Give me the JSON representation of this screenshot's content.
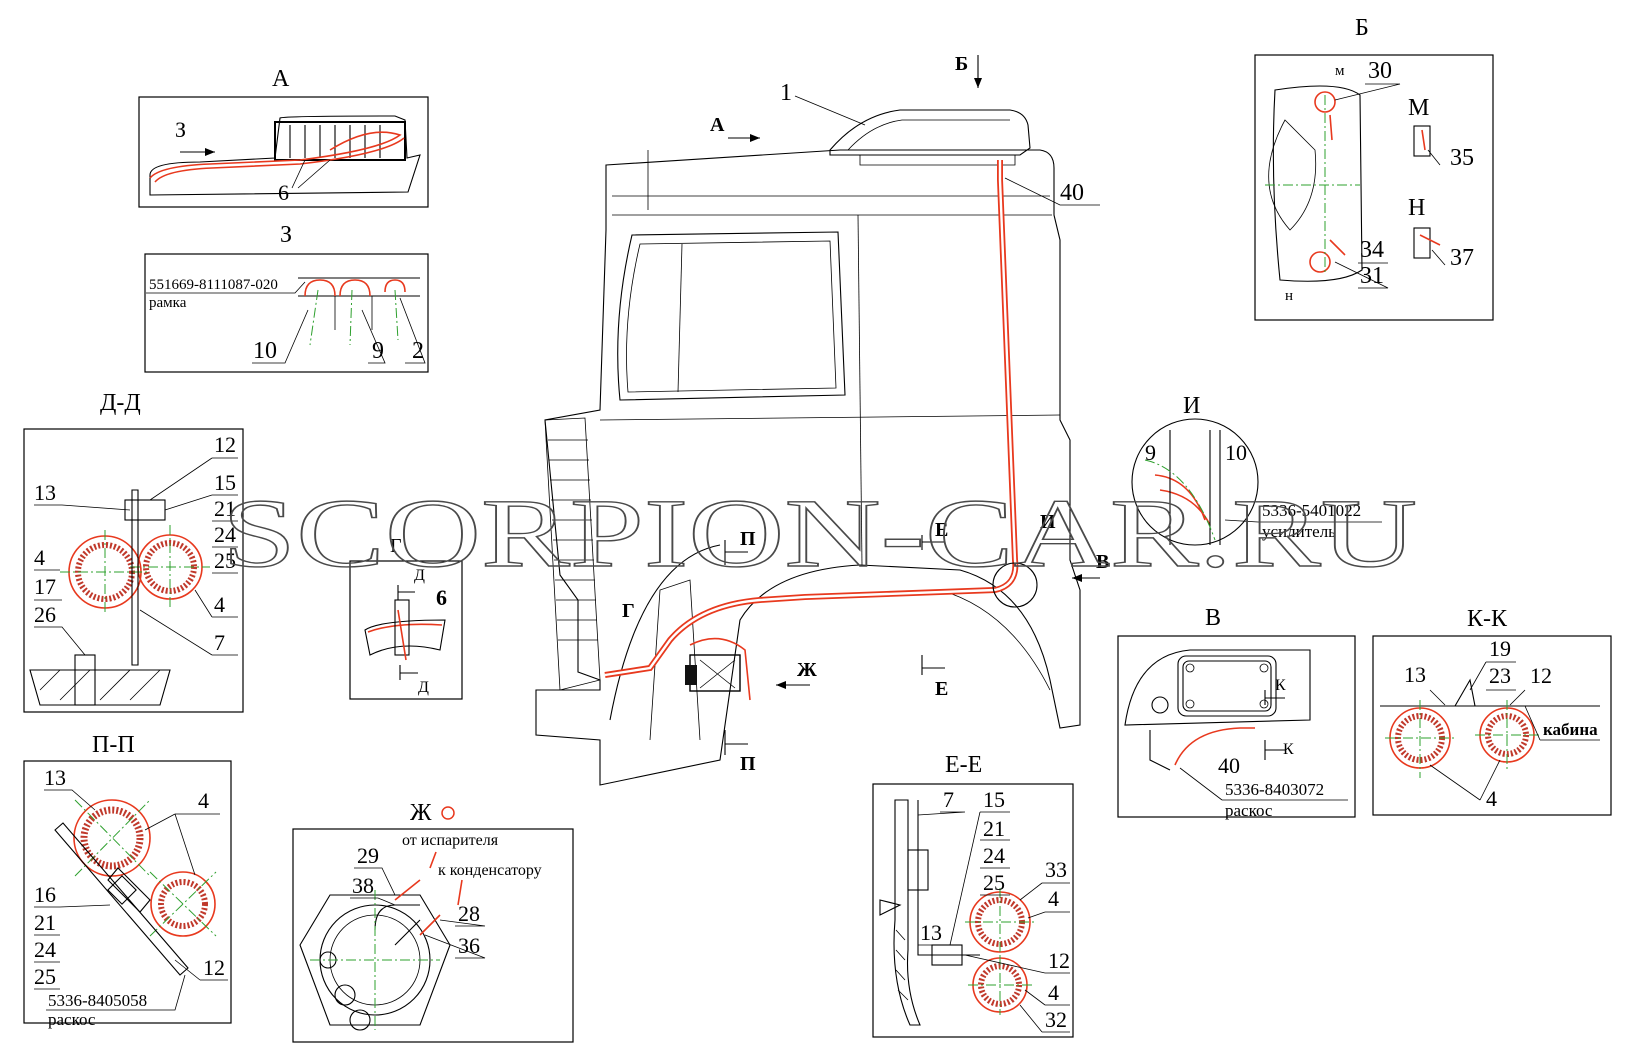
{
  "watermark": "SCORPION-CAR.RU",
  "colors": {
    "harness": "#e8391e",
    "axis": "#2ea02e",
    "line": "#000000"
  },
  "main": {
    "labels": {
      "A": "А",
      "B": "Б",
      "V": "В",
      "G": "Г",
      "Zh": "Ж",
      "E1": "Е",
      "E2": "Е",
      "P1": "П",
      "P2": "П",
      "I": "И"
    },
    "callouts": {
      "c1": "1",
      "c40": "40"
    }
  },
  "view_A": {
    "title": "А",
    "arrow_label": "З",
    "callout": "6"
  },
  "view_Z": {
    "title": "З",
    "part_number": "551669-8111087-020",
    "part_name": "рамка",
    "c10": "10",
    "c9": "9",
    "c2": "2"
  },
  "view_DD": {
    "title": "Д-Д",
    "c12": "12",
    "c13": "13",
    "c15": "15",
    "c21": "21",
    "c24": "24",
    "c25": "25",
    "c4a": "4",
    "c4b": "4",
    "c17": "17",
    "c26": "26",
    "c7": "7"
  },
  "view_G": {
    "title": "Г",
    "cut1": "Д",
    "cut2": "Д",
    "callout": "6"
  },
  "view_PP": {
    "title": "П-П",
    "c13": "13",
    "c4": "4",
    "c16": "16",
    "c21": "21",
    "c24": "24",
    "c25": "25",
    "c12": "12",
    "part_number": "5336-8405058",
    "part_name": "раскос"
  },
  "view_Zh": {
    "title": "Ж",
    "from": "от испарителя",
    "to": "к конденсатору",
    "c29": "29",
    "c38": "38",
    "c28": "28",
    "c36": "36"
  },
  "view_B": {
    "title": "Б",
    "m_small": "м",
    "n_small": "н",
    "c30": "30",
    "c34": "34",
    "c31": "31",
    "detail_M": "М",
    "c35": "35",
    "detail_N": "Н",
    "c37": "37"
  },
  "view_I": {
    "title": "И",
    "c9": "9",
    "c10": "10",
    "part_number": "5336-5401022",
    "part_name": "усилитель"
  },
  "view_V": {
    "title": "В",
    "cutK1": "К",
    "cutK2": "К",
    "c40": "40",
    "part_number": "5336-8403072",
    "part_name": "раскос"
  },
  "view_KK": {
    "title": "К-К",
    "c13": "13",
    "c19": "19",
    "c23": "23",
    "c12": "12",
    "label_cab": "кабина",
    "c4": "4"
  },
  "view_EE": {
    "title": "Е-Е",
    "c7": "7",
    "c15": "15",
    "c21": "21",
    "c24": "24",
    "c25": "25",
    "c33": "33",
    "c4a": "4",
    "c13": "13",
    "c12": "12",
    "c4b": "4",
    "c32": "32"
  }
}
